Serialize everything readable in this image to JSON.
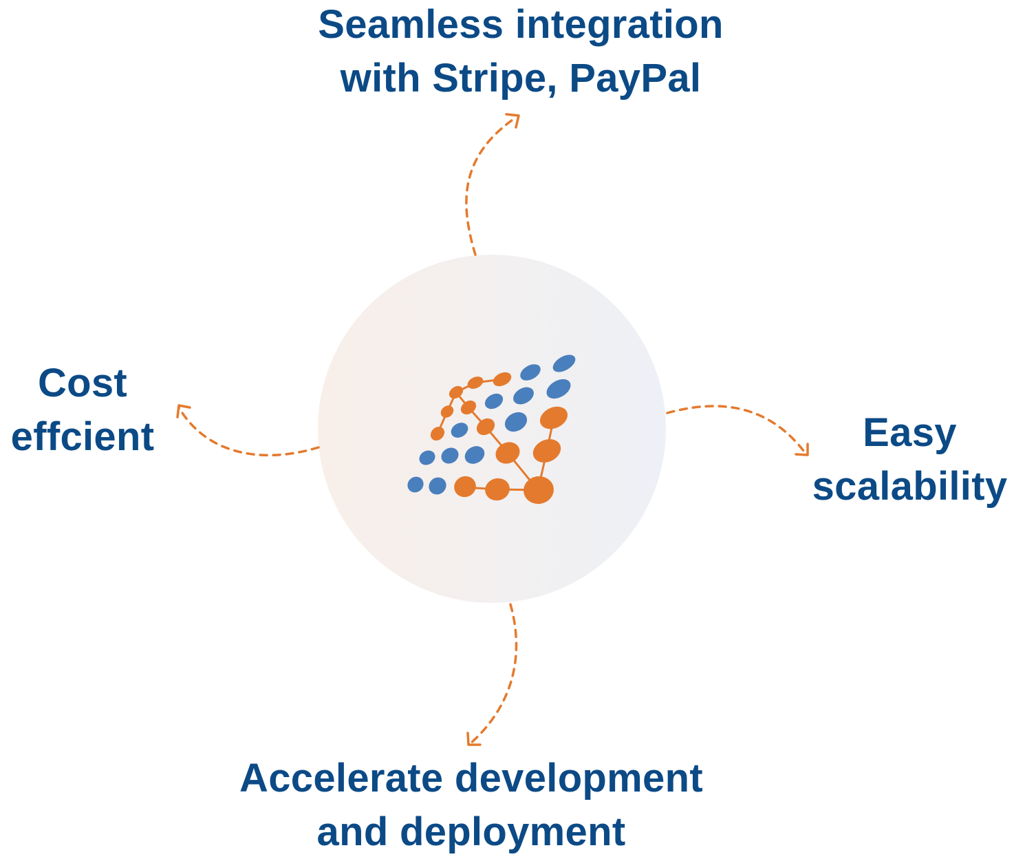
{
  "colors": {
    "text": "#0c4a86",
    "accent_orange": "#e47a2e",
    "logo_blue": "#4a7fbd",
    "circle_left": "#f8efe9",
    "circle_right": "#edf0f6"
  },
  "center": {
    "icon": "grid-network-logo-icon"
  },
  "benefits": {
    "top": {
      "line1": "Seamless integration",
      "line2": "with Stripe, PayPal"
    },
    "left": {
      "line1": "Cost",
      "line2": "effcient"
    },
    "right": {
      "line1": "Easy",
      "line2": "scalability"
    },
    "bottom": {
      "line1": "Accelerate development",
      "line2": "and deployment"
    }
  }
}
